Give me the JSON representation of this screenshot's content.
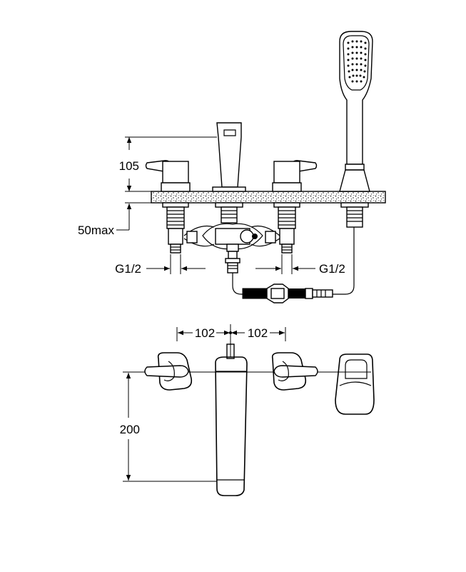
{
  "dimensions": {
    "height_above_deck": "105",
    "deck_thickness": "50max",
    "connection_left": "G1/2",
    "connection_right": "G1/2",
    "spacing_left": "102",
    "spacing_right": "102",
    "spout_reach": "200"
  },
  "colors": {
    "line": "#000000",
    "background": "#ffffff"
  }
}
